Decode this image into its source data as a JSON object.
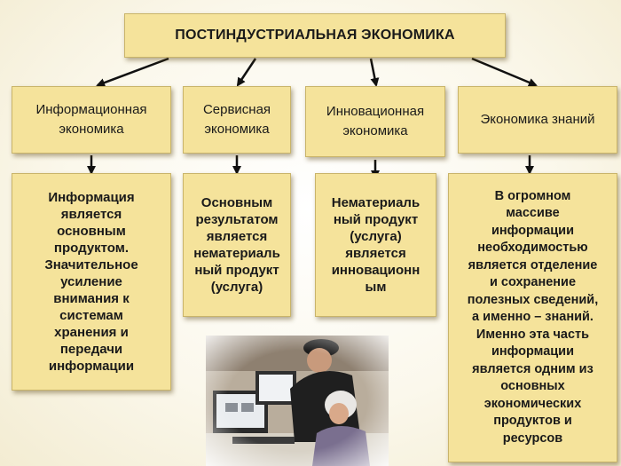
{
  "title": "ПОСТИНДУСТРИАЛЬНАЯ ЭКОНОМИКА",
  "branches": [
    {
      "header": [
        "Информационная",
        "экономика"
      ],
      "body": [
        "Информация",
        "является",
        "основным",
        "продуктом.",
        "Значительное",
        "усиление",
        "внимания к",
        "системам",
        "хранения и",
        "передачи",
        "информации"
      ]
    },
    {
      "header": [
        "Сервисная",
        "экономика"
      ],
      "body": [
        "Основным",
        "результатом",
        "является",
        "нематериаль",
        "ный продукт",
        "(услуга)"
      ]
    },
    {
      "header": [
        "Инновационная",
        "экономика"
      ],
      "body": [
        "Нематериаль",
        "ный продукт",
        "(услуга)",
        "является",
        "инновационн",
        "ым"
      ]
    },
    {
      "header": [
        "Экономика знаний"
      ],
      "body": [
        "В огромном",
        "массиве",
        "информации",
        "необходимостью",
        "является отделение",
        "и сохранение",
        "полезных сведений,",
        "а именно – знаний.",
        "Именно эта часть",
        "информации",
        "является одним из",
        "основных",
        "экономических",
        "продуктов и",
        "ресурсов"
      ]
    }
  ],
  "colors": {
    "box_fill": "#f5e39b",
    "box_border": "#c9b46a",
    "text": "#1a1a1a"
  },
  "photo": {
    "icon": "photo-people-at-computers"
  }
}
